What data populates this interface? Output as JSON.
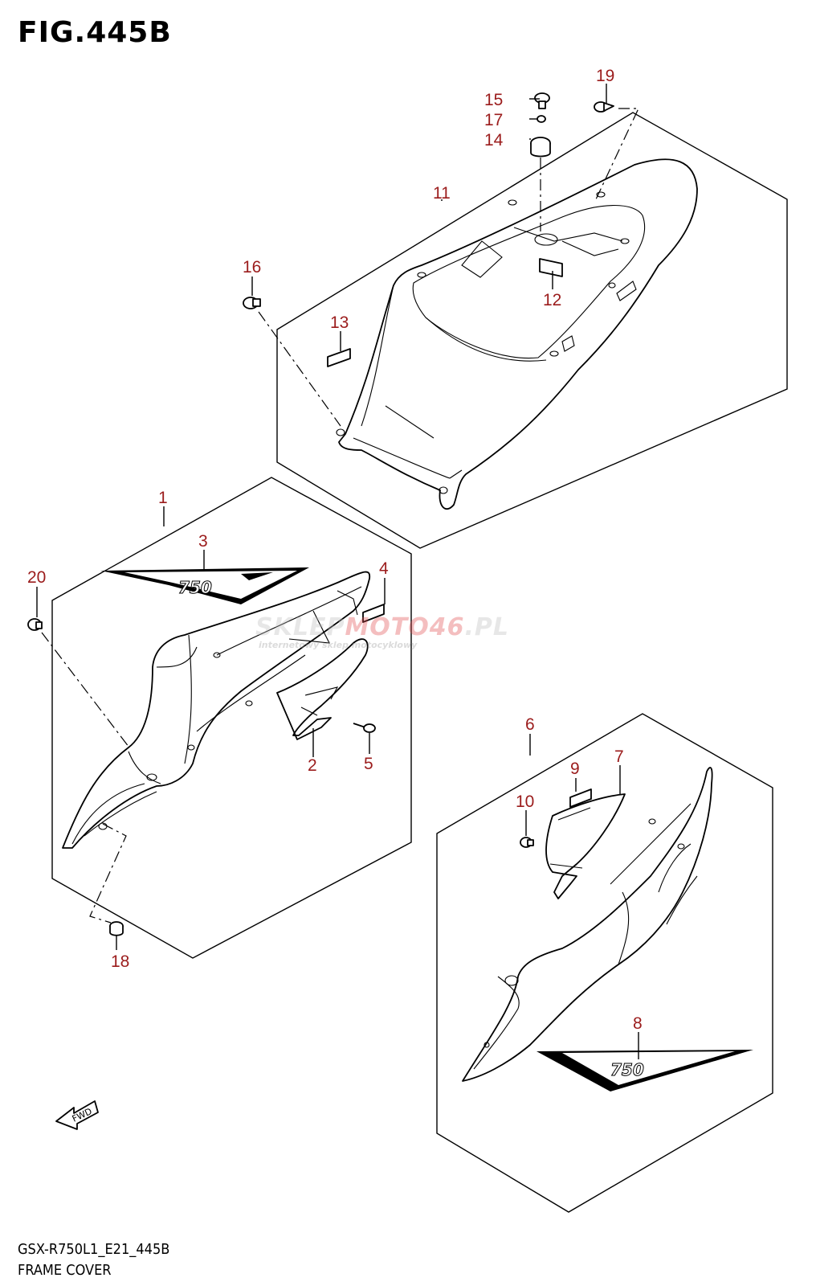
{
  "figure": {
    "title": "FIG.445B",
    "model_code": "GSX-R750L1_E21_445B",
    "caption": "FRAME COVER"
  },
  "watermark": {
    "brand_left": "SKLEP",
    "brand_mid": "MOTO",
    "brand_num": "46",
    "brand_tld": ".PL",
    "tagline": "internetowy sklep motocyklowy",
    "accent_color": "#e0484a"
  },
  "decal_text": "750",
  "fwd_label": "FWD",
  "callouts": [
    {
      "id": "c1",
      "label": "1"
    },
    {
      "id": "c2",
      "label": "2"
    },
    {
      "id": "c3",
      "label": "3"
    },
    {
      "id": "c4",
      "label": "4"
    },
    {
      "id": "c5",
      "label": "5"
    },
    {
      "id": "c6",
      "label": "6"
    },
    {
      "id": "c7",
      "label": "7"
    },
    {
      "id": "c8",
      "label": "8"
    },
    {
      "id": "c9",
      "label": "9"
    },
    {
      "id": "c10",
      "label": "10"
    },
    {
      "id": "c11",
      "label": "11"
    },
    {
      "id": "c12",
      "label": "12"
    },
    {
      "id": "c13",
      "label": "13"
    },
    {
      "id": "c14",
      "label": "14"
    },
    {
      "id": "c15",
      "label": "15"
    },
    {
      "id": "c16",
      "label": "16"
    },
    {
      "id": "c17",
      "label": "17"
    },
    {
      "id": "c18",
      "label": "18"
    },
    {
      "id": "c19",
      "label": "19"
    },
    {
      "id": "c20",
      "label": "20"
    }
  ],
  "callout_color": "#9b1c1c"
}
